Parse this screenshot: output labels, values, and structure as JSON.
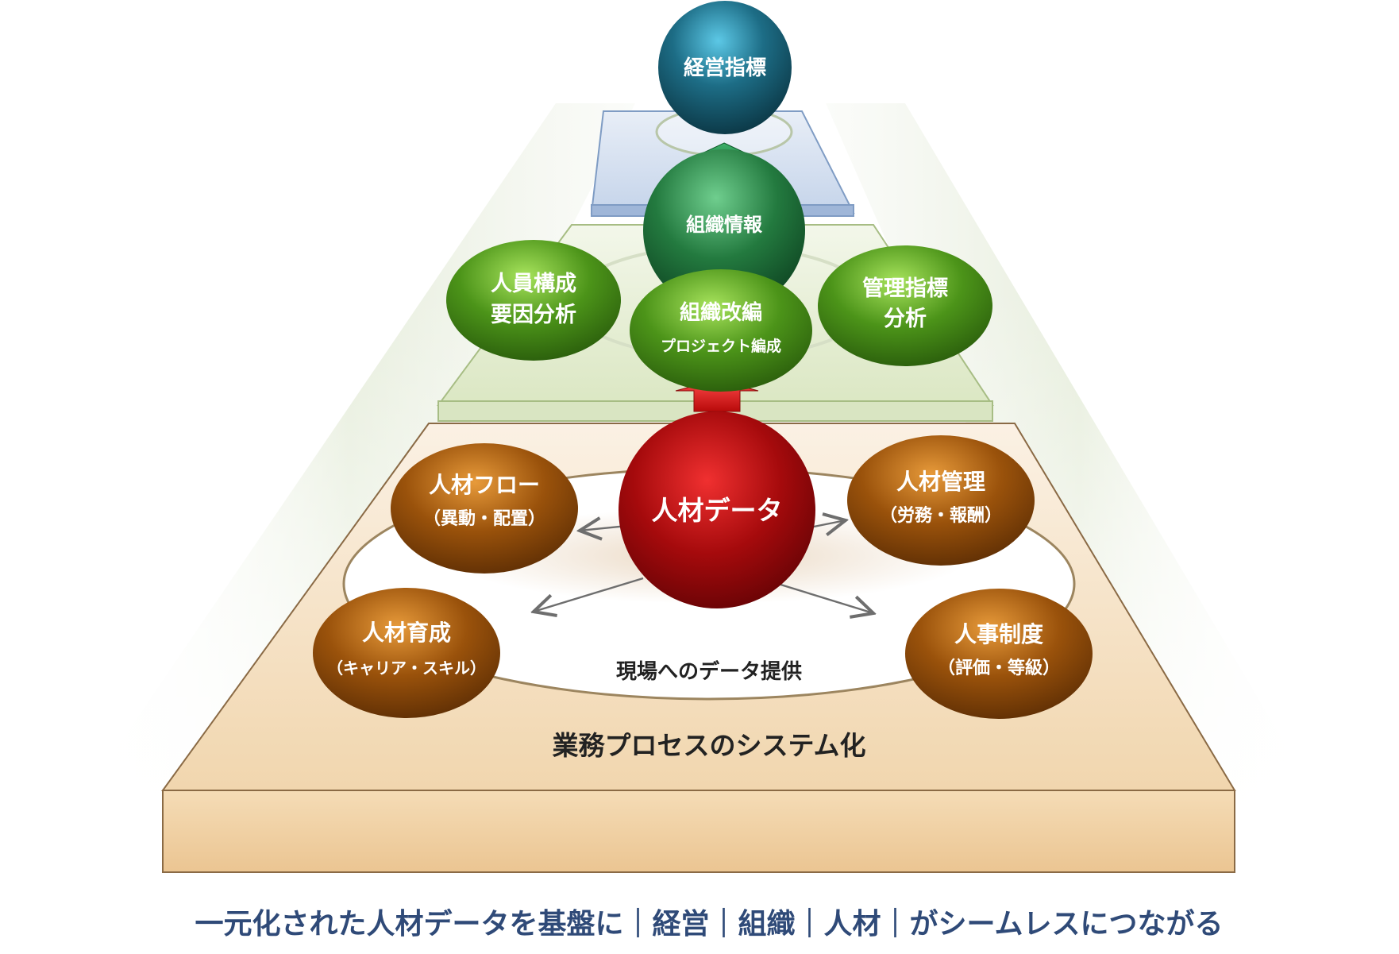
{
  "top_node": {
    "label": "経営指標"
  },
  "middle_tier": {
    "center": {
      "label": "組織情報"
    },
    "left": {
      "line1": "人員構成",
      "line2": "要因分析"
    },
    "front": {
      "line1": "組織改編",
      "line2": "プロジェクト編成"
    },
    "right": {
      "line1": "管理指標",
      "line2": "分析"
    }
  },
  "base_tier": {
    "center": {
      "label": "人材データ"
    },
    "top_left": {
      "line1": "人材フロー",
      "line2": "（異動・配置）"
    },
    "top_right": {
      "line1": "人材管理",
      "line2": "（労務・報酬）"
    },
    "bottom_left": {
      "line1": "人材育成",
      "line2": "（キャリア・スキル）"
    },
    "bottom_right": {
      "line1": "人事制度",
      "line2": "（評価・等級）"
    },
    "ring_label": "現場へのデータ提供",
    "platform_label": "業務プロセスのシステム化"
  },
  "caption": "一元化された人材データを基盤に｜経営｜組織｜人材｜がシームレスにつながる",
  "colors": {
    "teal": "#16566a",
    "green": "#4f9a1f",
    "dark_green": "#2c7442",
    "red": "#a0080c",
    "brown": "#a0560c",
    "caption": "#2f4a78"
  }
}
